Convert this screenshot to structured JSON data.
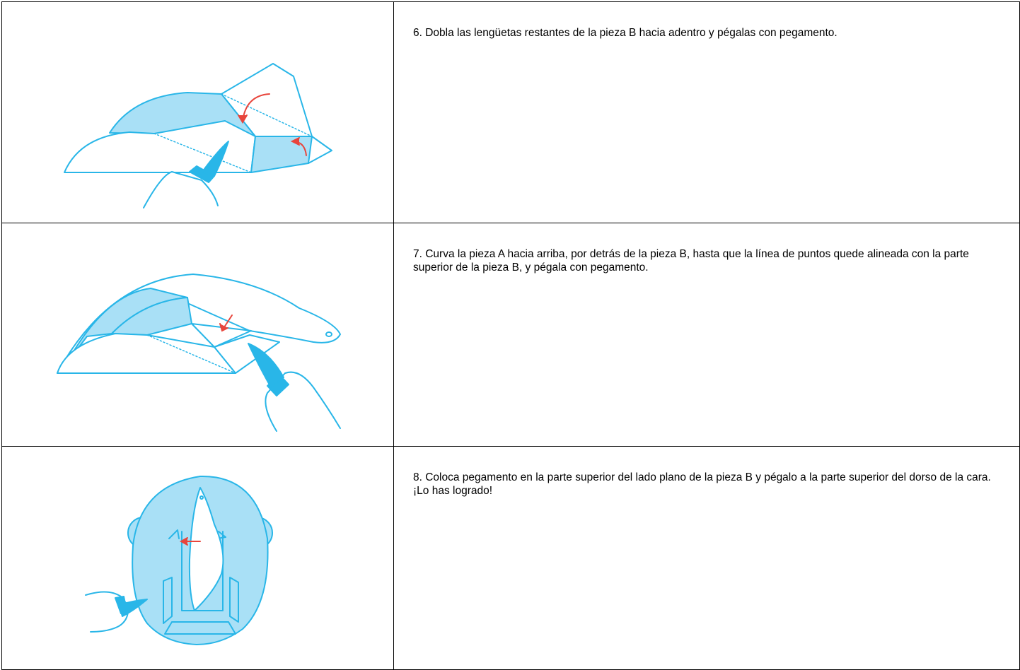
{
  "steps": [
    {
      "text": "6. Dobla las lengüetas restantes de la pieza B hacia adentro y pégalas con pegamento.",
      "illustration": "fold-tabs-illustration"
    },
    {
      "text": "7. Curva la pieza A hacia arriba, por detrás de la pieza B, hasta que la línea de puntos quede alineada con la parte superior de la pieza B, y pégala con pegamento.",
      "illustration": "curve-piece-illustration"
    },
    {
      "text": "8. Coloca pegamento en la parte superior del lado plano de la pieza B y pégalo a la parte superior del dorso de la cara. ¡Lo has logrado!",
      "illustration": "attach-to-face-illustration"
    }
  ],
  "colors": {
    "line": "#29b6e8",
    "fill": "#a9e0f6",
    "arrow": "#e8453c",
    "text": "#000000",
    "border": "#000000"
  }
}
